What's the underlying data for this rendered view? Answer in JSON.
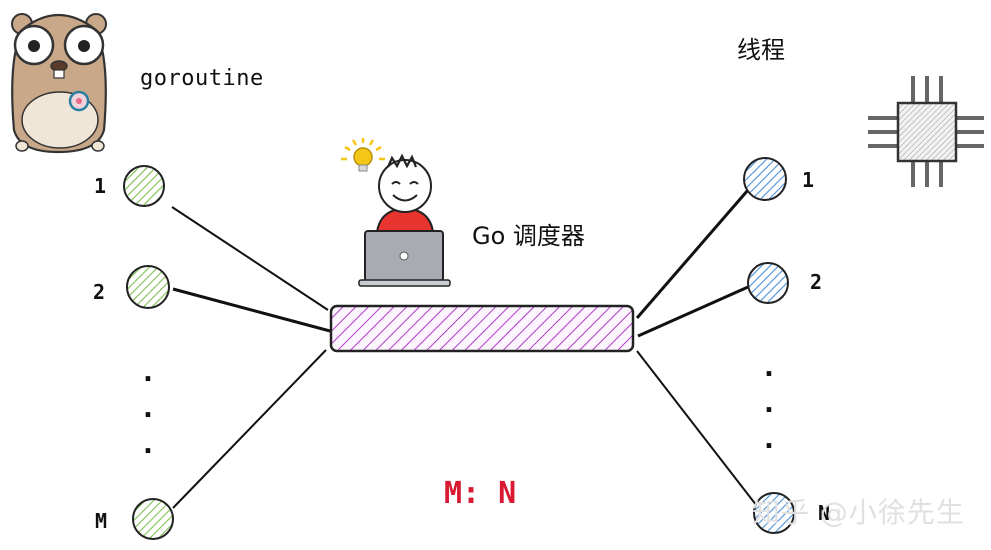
{
  "labels": {
    "goroutine": "goroutine",
    "thread": "线程",
    "scheduler": "Go 调度器",
    "ratio": "M: N",
    "watermark": "知乎 @小徐先生"
  },
  "goroutines": {
    "items": [
      "1",
      "2",
      "M"
    ],
    "ellipsis": ".\n.\n."
  },
  "threads": {
    "items": [
      "1",
      "2",
      "N"
    ],
    "ellipsis": ".\n.\n."
  },
  "colors": {
    "goroutine_fill": "#7cc04e",
    "thread_fill": "#4a90d9",
    "scheduler_bar": "#b03cc7",
    "ratio_text": "#d81b33",
    "person_shirt": "#e8342f",
    "bulb": "#f5c518"
  },
  "icons": [
    "gopher-mascot-icon",
    "cpu-chip-icon",
    "programmer-with-laptop-icon",
    "lightbulb-icon"
  ]
}
